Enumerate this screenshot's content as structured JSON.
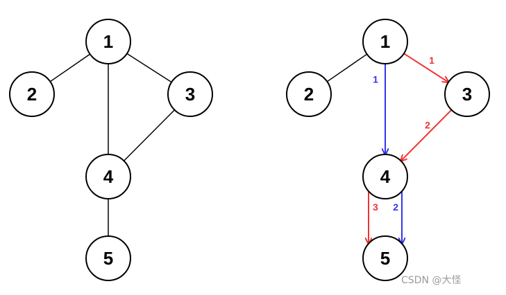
{
  "colors": {
    "node_stroke": "#000000",
    "node_fill": "#ffffff",
    "plain_edge": "#000000",
    "path_blue": "#3333ee",
    "path_red": "#ee3333"
  },
  "left_graph": {
    "nodes": [
      "1",
      "2",
      "3",
      "4",
      "5"
    ],
    "edges": [
      [
        "1",
        "2"
      ],
      [
        "1",
        "3"
      ],
      [
        "1",
        "4"
      ],
      [
        "3",
        "4"
      ],
      [
        "4",
        "5"
      ]
    ]
  },
  "right_graph": {
    "nodes": [
      "1",
      "2",
      "3",
      "4",
      "5"
    ],
    "plain_edges": [
      [
        "1",
        "2"
      ]
    ],
    "directed_edges": [
      {
        "from": "1",
        "to": "4",
        "label": "1",
        "color": "blue"
      },
      {
        "from": "1",
        "to": "3",
        "label": "1",
        "color": "red"
      },
      {
        "from": "3",
        "to": "4",
        "label": "2",
        "color": "red"
      },
      {
        "from": "4",
        "to": "5",
        "label": "2",
        "color": "blue"
      },
      {
        "from": "4",
        "to": "5",
        "label": "3",
        "color": "red"
      }
    ]
  },
  "watermark": "CSDN @大怪"
}
